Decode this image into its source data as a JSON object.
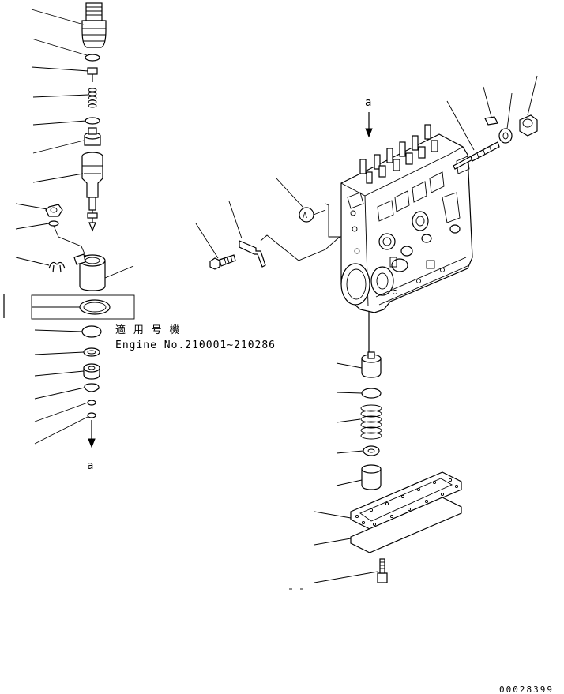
{
  "applicability": {
    "title_jp": "適 用 号 機",
    "engine_range": "Engine No.210001~210286"
  },
  "arrow_labels": {
    "top": "a",
    "bottom": "a"
  },
  "circle_callout": "A",
  "drawing_number": "00028399"
}
